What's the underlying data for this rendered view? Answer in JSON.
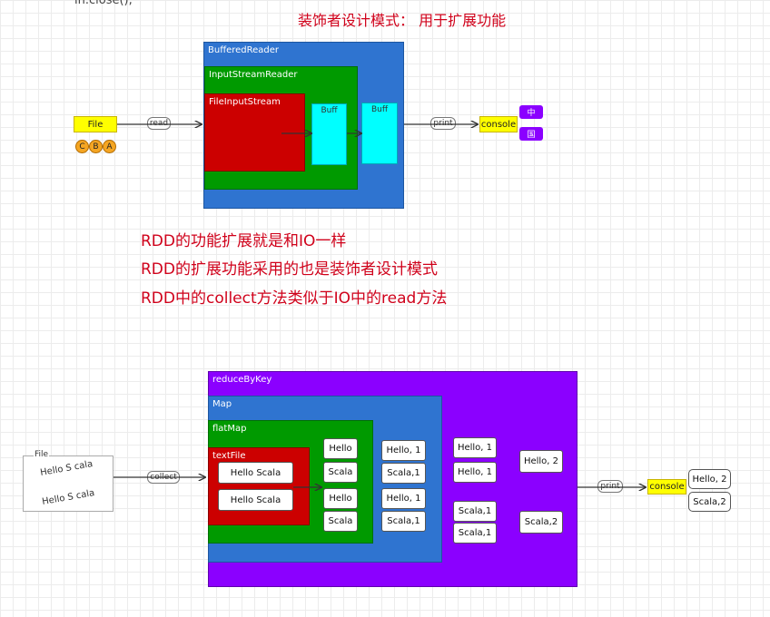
{
  "top_clip_text": "in.close();",
  "heading": "装饰者设计模式：  用于扩展功能",
  "io": {
    "buffered_reader": "BufferedReader",
    "input_stream_reader": "InputStreamReader",
    "file_input_stream": "FileInputStream",
    "buff_inner": "Buff",
    "buff_outer": "Buff",
    "file": "File",
    "chars": [
      "C",
      "B",
      "A"
    ],
    "read": "read",
    "print": "print",
    "console": "console",
    "out_chars": [
      "中",
      "国"
    ]
  },
  "notes": [
    "RDD的功能扩展就是和IO一样",
    "RDD的扩展功能采用的也是装饰者设计模式",
    "RDD中的collect方法类似于IO中的read方法"
  ],
  "rdd": {
    "reduce_by_key": "reduceByKey",
    "map": "Map",
    "flat_map": "flatMap",
    "text_file": "textFile",
    "file": "File",
    "file_lines": [
      "Hello S cala",
      "Hello S cala"
    ],
    "collect": "collect",
    "lines": [
      "Hello Scala",
      "Hello Scala"
    ],
    "words": [
      "Hello",
      "Scala",
      "Hello",
      "Scala"
    ],
    "mapped": [
      "Hello, 1",
      "Scala,1",
      "Hello, 1",
      "Scala,1"
    ],
    "grouped": [
      "Hello, 1",
      "Hello, 1",
      "Scala,1",
      "Scala,1"
    ],
    "reduced": [
      "Hello, 2",
      "Scala,2"
    ],
    "print": "print",
    "console": "console",
    "output": [
      "Hello, 2",
      "Scala,2"
    ]
  },
  "colors": {
    "blue": "#2f74d0",
    "green": "#009a00",
    "red": "#cc0000",
    "purple": "#8b00ff",
    "cyan": "#00ffff",
    "yellow": "#ffff00",
    "orange": "#f5a623"
  }
}
